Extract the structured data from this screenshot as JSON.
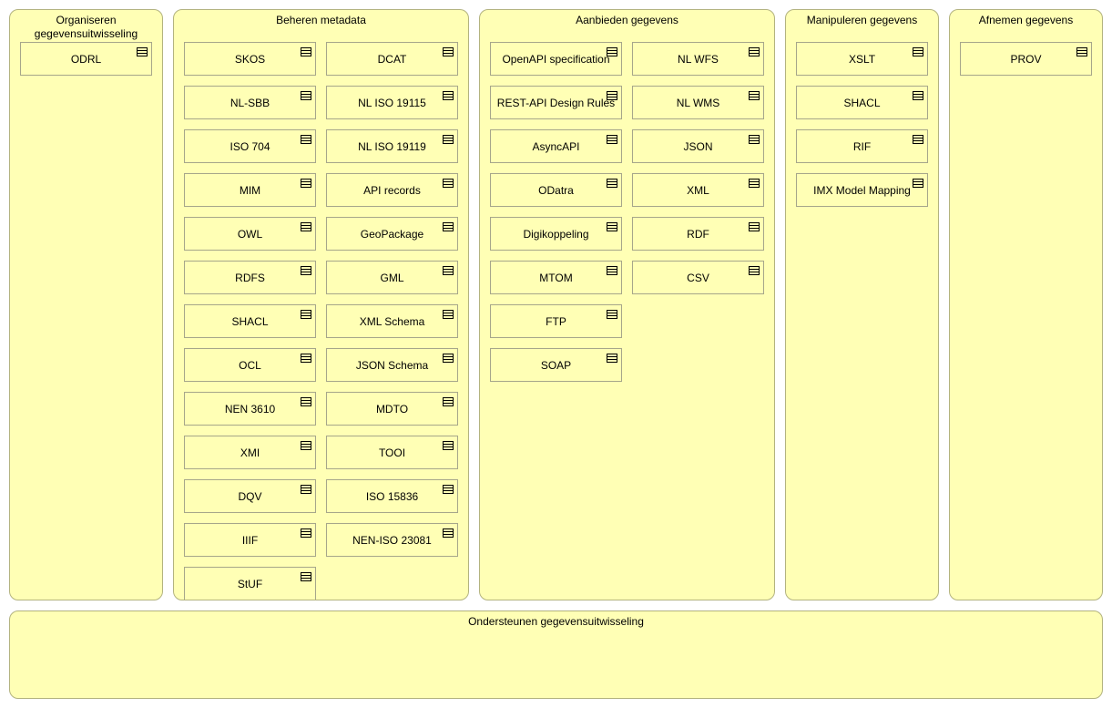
{
  "groups": {
    "organiseren": {
      "title": "Organiseren gegevensuitwisseling",
      "items": [
        "ODRL"
      ]
    },
    "beheren": {
      "title": "Beheren metadata",
      "items_col1": [
        "SKOS",
        "NL-SBB",
        "ISO 704",
        "MIM",
        "OWL",
        "RDFS",
        "SHACL",
        "OCL",
        "NEN 3610",
        "XMI",
        "DQV",
        "IIIF",
        "StUF"
      ],
      "items_col2": [
        "DCAT",
        "NL ISO 19115",
        "NL ISO 19119",
        "API records",
        "GeoPackage",
        "GML",
        "XML Schema",
        "JSON Schema",
        "MDTO",
        "TOOI",
        "ISO 15836",
        "NEN-ISO 23081"
      ]
    },
    "aanbieden": {
      "title": "Aanbieden gegevens",
      "items_col1": [
        "OpenAPI specification",
        "REST-API Design Rules",
        "AsyncAPI",
        "ODatra",
        "Digikoppeling",
        "MTOM",
        "FTP",
        "SOAP"
      ],
      "items_col2": [
        "NL WFS",
        "NL WMS",
        "JSON",
        "XML",
        "RDF",
        "CSV"
      ]
    },
    "manipuleren": {
      "title": "Manipuleren gegevens",
      "items": [
        "XSLT",
        "SHACL",
        "RIF",
        "IMX Model Mapping"
      ]
    },
    "afnemen": {
      "title": "Afnemen gegevens",
      "items": [
        "PROV"
      ]
    },
    "ondersteunen": {
      "title": "Ondersteunen gegevensuitwisseling"
    }
  },
  "icon": "data-object-icon",
  "colors": {
    "fill": "#ffffb5",
    "group_border": "#b3b37f",
    "element_border": "#a6a68a"
  }
}
